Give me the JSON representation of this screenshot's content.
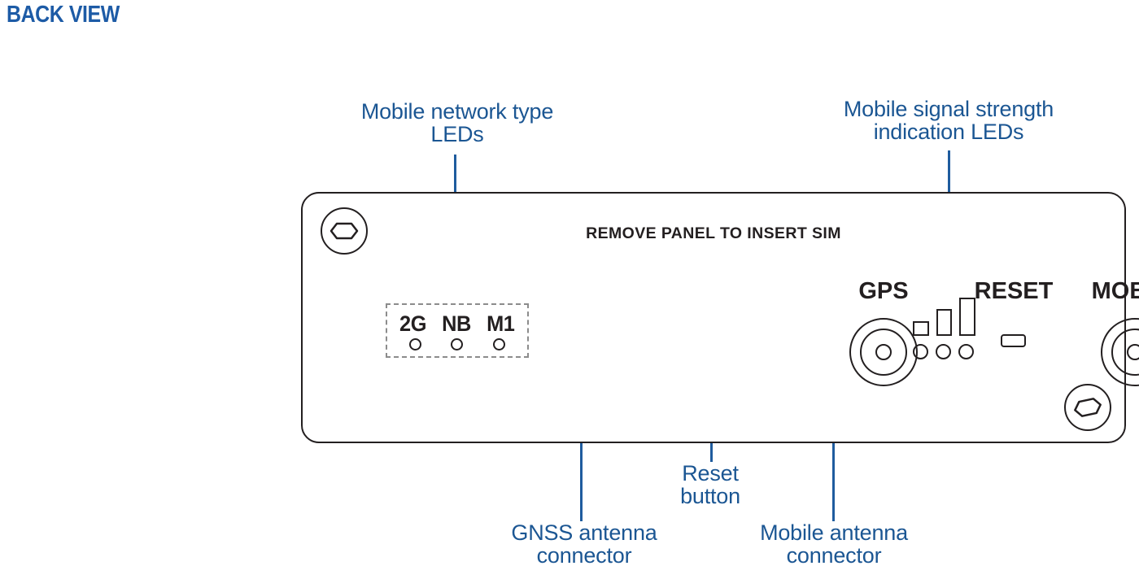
{
  "page": {
    "view_title": "BACK VIEW",
    "accent_blue": "#1d5ba6",
    "label_blue": "#1b5693",
    "line_black": "#231f20",
    "dashed_gray": "#8c8c8c"
  },
  "callouts": [
    {
      "id": "network-leds",
      "text": "Mobile network type\nLEDs"
    },
    {
      "id": "signal-leds",
      "text": "Mobile signal strength\nindication LEDs"
    },
    {
      "id": "gnss-conn",
      "text": "GNSS  antenna\nconnector"
    },
    {
      "id": "reset-btn",
      "text": "Reset\nbutton"
    },
    {
      "id": "mobile-conn",
      "text": "Mobile antenna\nconnector"
    }
  ],
  "panel": {
    "sim_text": "REMOVE PANEL TO INSERT SIM",
    "port_labels": {
      "gps": "GPS",
      "reset": "RESET",
      "mobile": "MOBILE"
    },
    "network_leds": {
      "labels": [
        "2G",
        "NB",
        "M1"
      ],
      "count": 3
    },
    "signal_leds": {
      "bar_count": 3,
      "dot_count": 3
    },
    "screws": 2,
    "connectors": [
      "GPS",
      "MOBILE"
    ]
  }
}
